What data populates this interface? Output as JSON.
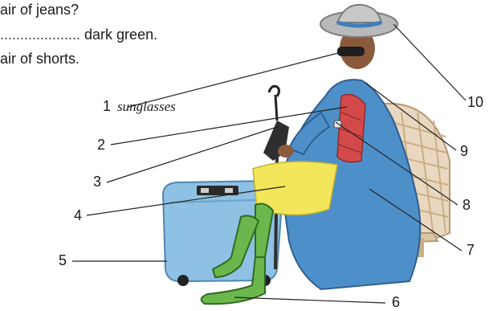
{
  "text": {
    "line1": "air of jeans?",
    "line2_dots": "....................",
    "line2": " dark green.",
    "line3": "air of shorts."
  },
  "labels": {
    "n1": "1",
    "answer1": "sunglasses",
    "n2": "2",
    "n3": "3",
    "n4": "4",
    "n5": "5",
    "n6": "6",
    "n7": "7",
    "n8": "8",
    "n9": "9",
    "n10": "10"
  }
}
